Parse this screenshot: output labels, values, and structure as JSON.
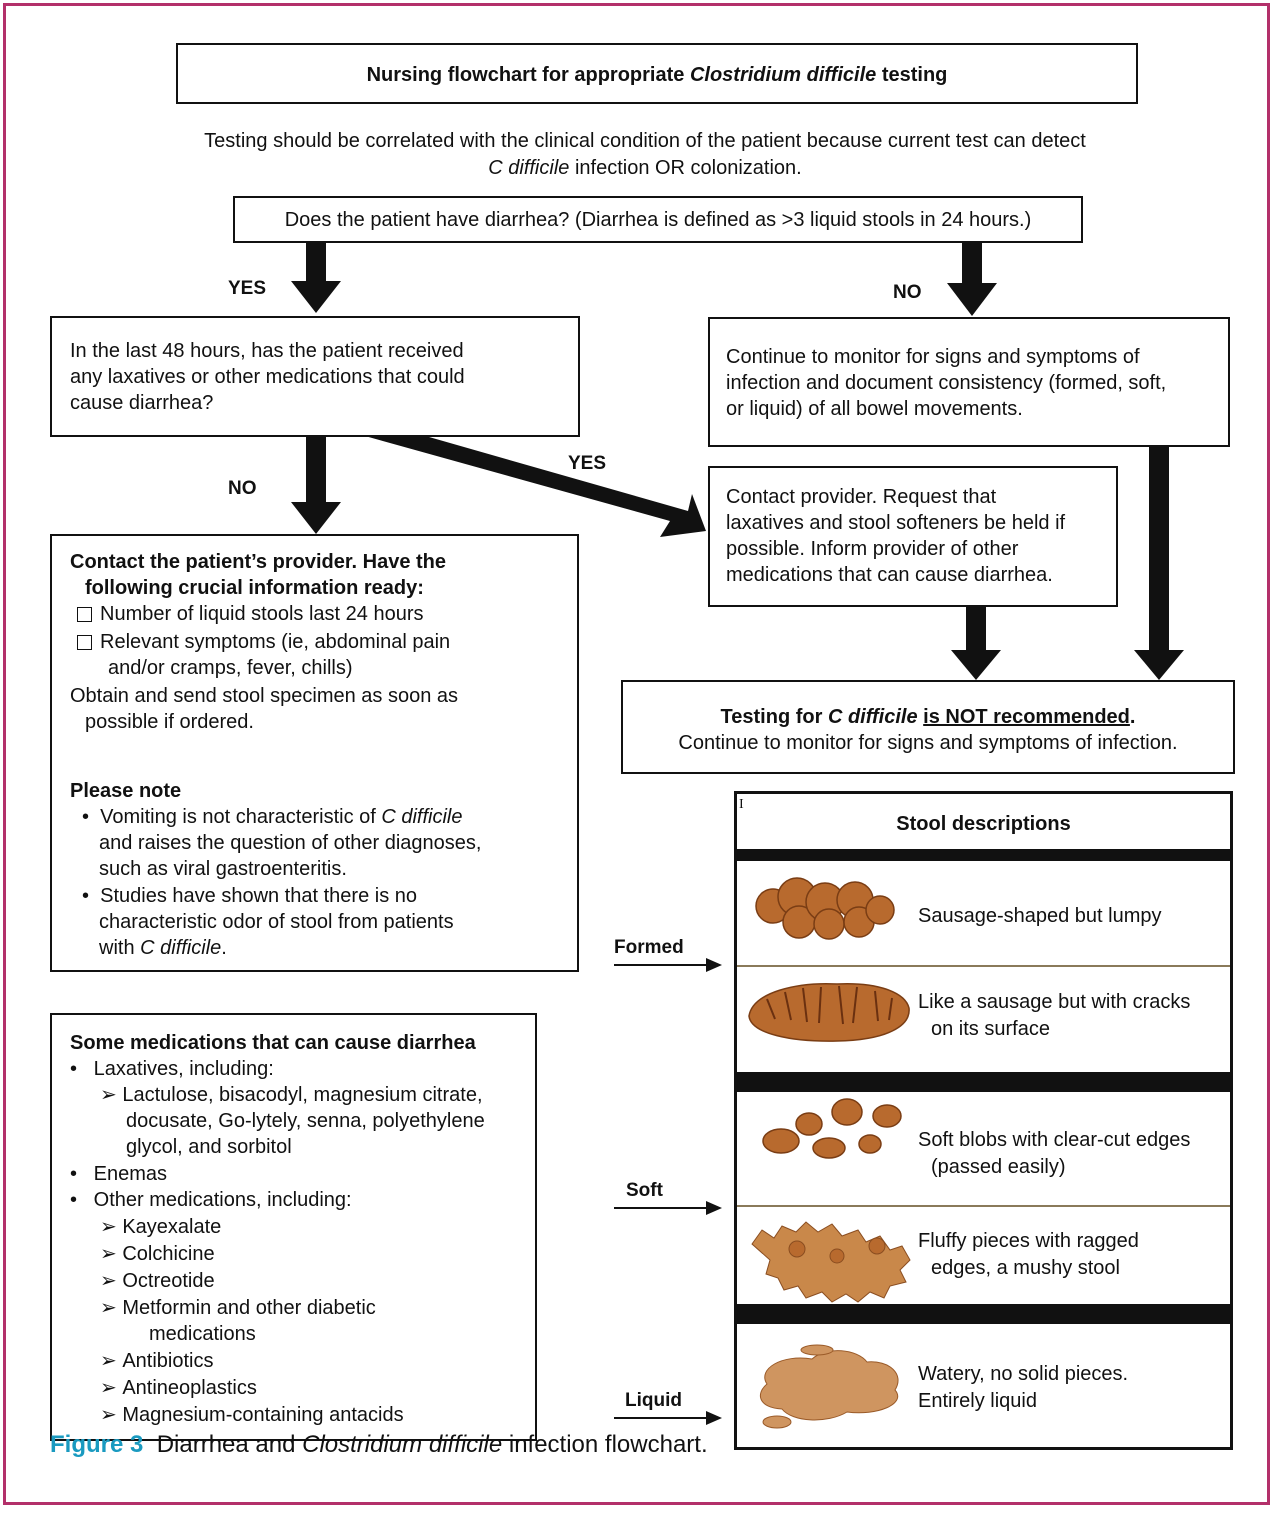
{
  "title": {
    "pre": "Nursing flowchart for appropriate ",
    "italic": "Clostridium difficile",
    "post": " testing"
  },
  "intro": {
    "line1": "Testing should be correlated with the clinical condition of the patient because current test can detect",
    "line2_italic": "C difficile",
    "line2_rest": " infection OR colonization."
  },
  "question_diarrhea": "Does the patient have diarrhea? (Diarrhea is defined as >3 liquid stools in 24 hours.)",
  "labels": {
    "yes1": "YES",
    "no1": "NO",
    "yes2": "YES",
    "no2": "NO"
  },
  "question_meds": [
    "In the last 48 hours, has the patient received",
    "any laxatives or other medications that could",
    "cause diarrhea?"
  ],
  "monitor_box": [
    "Continue to monitor for signs and symptoms of",
    "infection and document consistency (formed, soft,",
    "or liquid) of all bowel movements."
  ],
  "contact_provider_box": [
    "Contact provider. Request that",
    "laxatives and stool softeners be held if",
    "possible. Inform provider of other",
    "medications that can cause diarrhea."
  ],
  "contact_patient_box": {
    "heading1": "Contact the patient’s provider. Have the",
    "heading2": "following crucial information ready:",
    "check1": "Number of liquid stools last 24 hours",
    "check2a": "Relevant symptoms (ie, abdominal pain",
    "check2b": "and/or cramps, fever, chills)",
    "obtain1": "Obtain and send stool specimen as soon as",
    "obtain2": "possible if ordered.",
    "note_heading": "Please note",
    "note1a_pre": "Vomiting is not characteristic of ",
    "note1a_italic": "C difficile",
    "note1b": "and raises the question of other diagnoses,",
    "note1c": "such as viral gastroenteritis.",
    "note2a": "Studies have shown that there is no",
    "note2b": "characteristic odor of stool from patients",
    "note2c_pre": "with ",
    "note2c_italic": "C difficile",
    "note2c_post": "."
  },
  "not_recommended": {
    "pre": "Testing for ",
    "italic": "C difficile",
    "underlined": "is NOT recommended",
    "post": ".",
    "line2": "Continue to monitor for signs and symptoms of infection."
  },
  "medications_box": {
    "heading": "Some medications that can cause diarrhea",
    "l1": "Laxatives, including:",
    "l1a": "Lactulose, bisacodyl, magnesium citrate,",
    "l1b": "docusate, Go-lytely, senna, polyethylene",
    "l1c": "glycol, and sorbitol",
    "l2": "Enemas",
    "l3": "Other medications, including:",
    "s1": "Kayexalate",
    "s2": "Colchicine",
    "s3": "Octreotide",
    "s4a": "Metformin and other diabetic",
    "s4b": "medications",
    "s5": "Antibiotics",
    "s6": "Antineoplastics",
    "s7": "Magnesium-containing antacids"
  },
  "stool_table": {
    "corner_mark": "I",
    "heading": "Stool descriptions",
    "d1": "Sausage-shaped but lumpy",
    "d2a": "Like a sausage but with cracks",
    "d2b": "on its surface",
    "d3a": "Soft blobs with clear-cut edges",
    "d3b": "(passed easily)",
    "d4a": "Fluffy pieces with ragged",
    "d4b": "edges, a mushy stool",
    "d5a": "Watery, no solid pieces.",
    "d5b": "Entirely liquid"
  },
  "side_labels": {
    "formed": "Formed",
    "soft": "Soft",
    "liquid": "Liquid"
  },
  "caption": {
    "fig": "Figure 3",
    "pre": "  Diarrhea and ",
    "italic": "Clostridium difficile",
    "post": " infection flowchart."
  },
  "colors": {
    "frame": "#b3306a",
    "caption_accent": "#1a9ac0",
    "stool": "#b86a2e"
  }
}
